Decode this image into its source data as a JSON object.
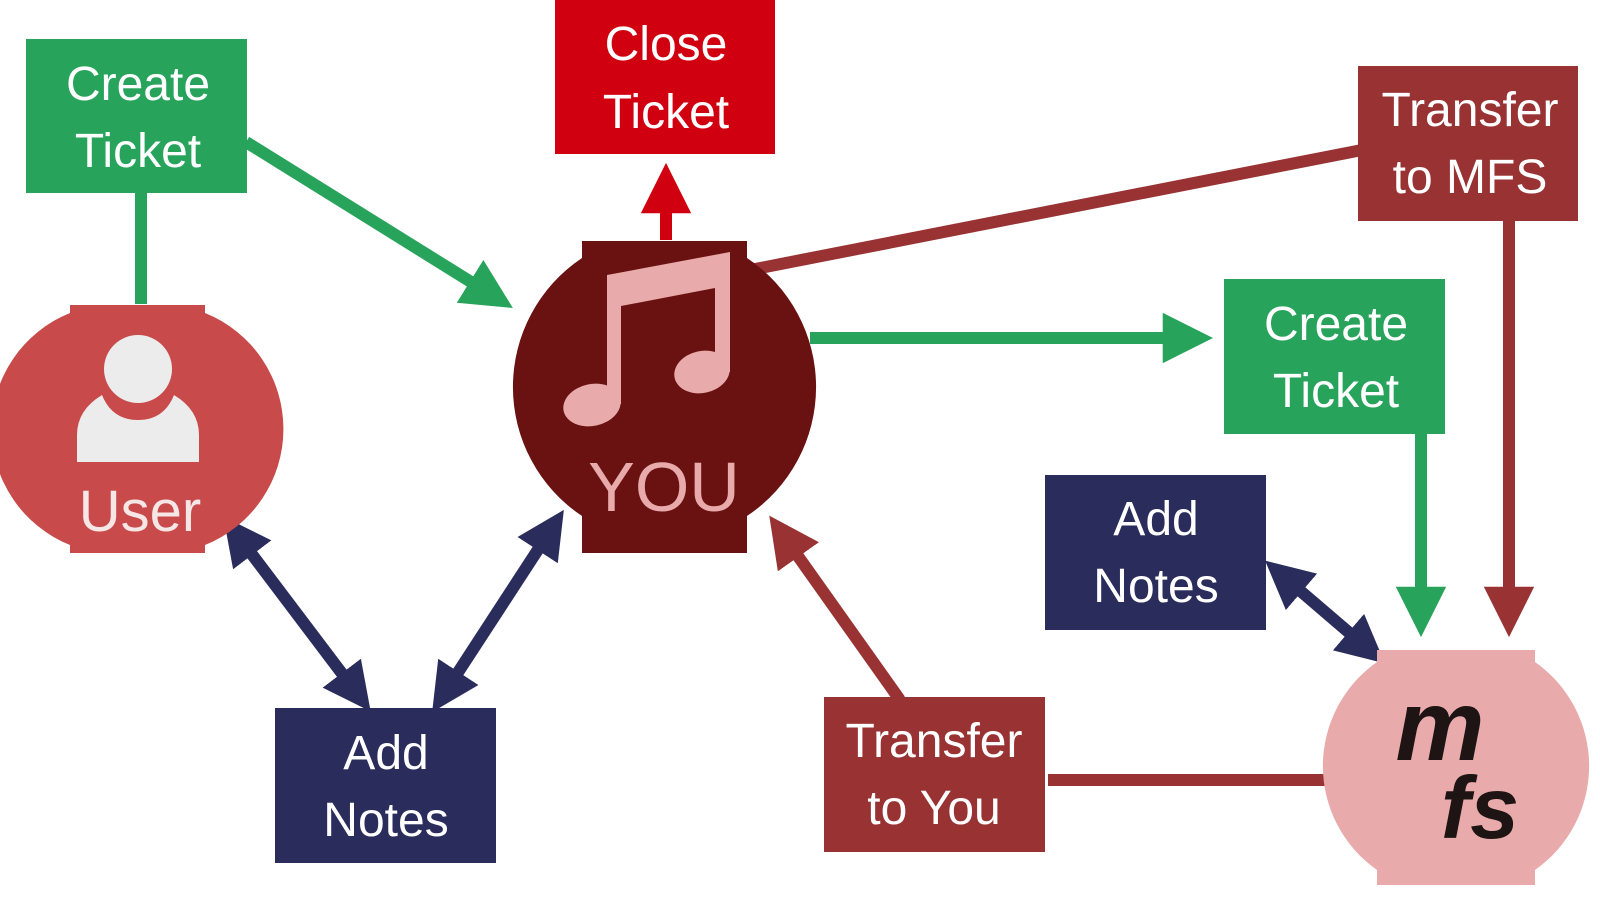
{
  "colors": {
    "green": "#27a35b",
    "red": "#d10011",
    "brown_red": "#993333",
    "dark_red": "#6a1111",
    "user_red": "#c94a4a",
    "navy": "#2a2d5c",
    "pink": "#e8aaaa",
    "white": "#ffffff",
    "text_light": "#f5e3e3"
  },
  "nodes": {
    "user": {
      "label": "User",
      "icon": "user-icon"
    },
    "you": {
      "label": "YOU",
      "icon": "music-note-icon"
    },
    "mfs": {
      "logo_text_top": "m",
      "logo_text_bottom": "fs",
      "icon": "mfs-logo"
    }
  },
  "boxes": {
    "create_ticket_user": {
      "line1": "Create",
      "line2": "Ticket"
    },
    "close_ticket": {
      "line1": "Close",
      "line2": "Ticket"
    },
    "transfer_to_mfs": {
      "line1": "Transfer",
      "line2": "to MFS"
    },
    "create_ticket_you": {
      "line1": "Create",
      "line2": "Ticket"
    },
    "add_notes_mfs": {
      "line1": "Add",
      "line2": "Notes"
    },
    "add_notes_bottom": {
      "line1": "Add",
      "line2": "Notes"
    },
    "transfer_to_you": {
      "line1": "Transfer",
      "line2": "to You"
    }
  }
}
